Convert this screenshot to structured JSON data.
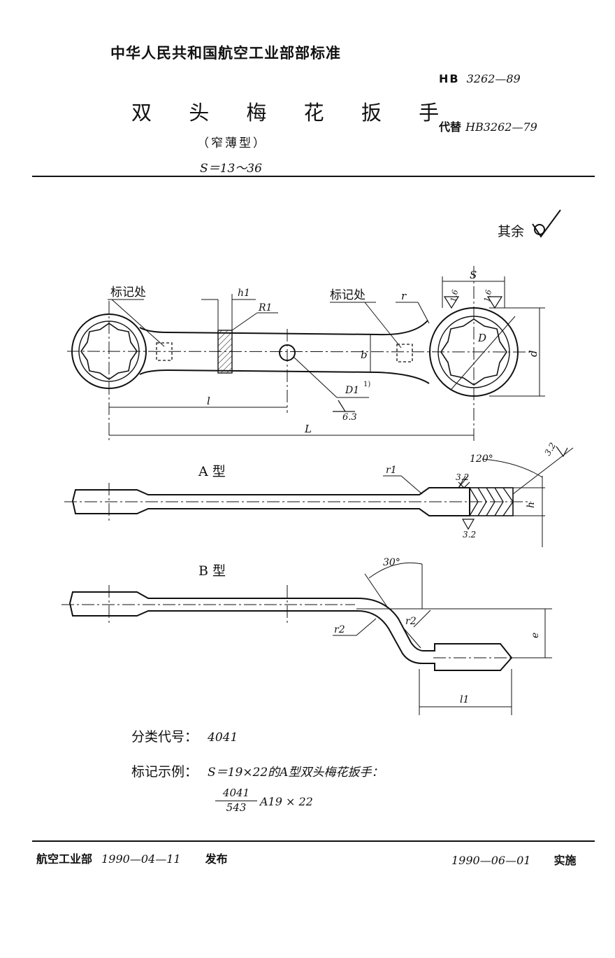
{
  "header": {
    "organization": "中华人民共和国航空工业部部标准",
    "standard_label": "HB",
    "standard_number": "3262—89",
    "title": "双 头 梅 花 扳 手",
    "replaces_label": "代替",
    "replaces_number": "HB3262—79",
    "subtitle": "（窄薄型）",
    "size_range": "S＝13～36"
  },
  "drawing": {
    "surface_note": "其余",
    "label_mark_left": "标记处",
    "label_mark_right": "标记处",
    "dim_h1": "h1",
    "dim_R1": "R1",
    "dim_r": "r",
    "dim_S": "S",
    "dim_b": "b",
    "dim_D": "D",
    "dim_d": "d",
    "dim_D1": "D1",
    "dim_D1_note": "1)",
    "rough_63": "6.3",
    "rough_16a": "1.6",
    "rough_16b": "1.6",
    "dim_l": "l",
    "dim_L": "L",
    "type_a": "A 型",
    "type_b": "B 型",
    "dim_r1": "r1",
    "angle_120": "120°",
    "rough_32a": "3.2",
    "rough_32b": "3.2",
    "rough_32c": "3.2",
    "dim_h": "h",
    "angle_30": "30°",
    "dim_r2a": "r2",
    "dim_r2b": "r2",
    "dim_e": "e",
    "dim_l1": "l1"
  },
  "notes": {
    "class_label": "分类代号：",
    "class_code": "4041",
    "example_label": "标记示例：",
    "example_text": "S＝19×22的A型双头梅花扳手：",
    "frac_num": "4041",
    "frac_den": "543",
    "example_code": "A19 × 22"
  },
  "footer": {
    "issuer": "航空工业部",
    "issue_date": "1990—04—11",
    "issue_label": "发布",
    "effective_date": "1990—06—01",
    "effective_label": "实施"
  }
}
